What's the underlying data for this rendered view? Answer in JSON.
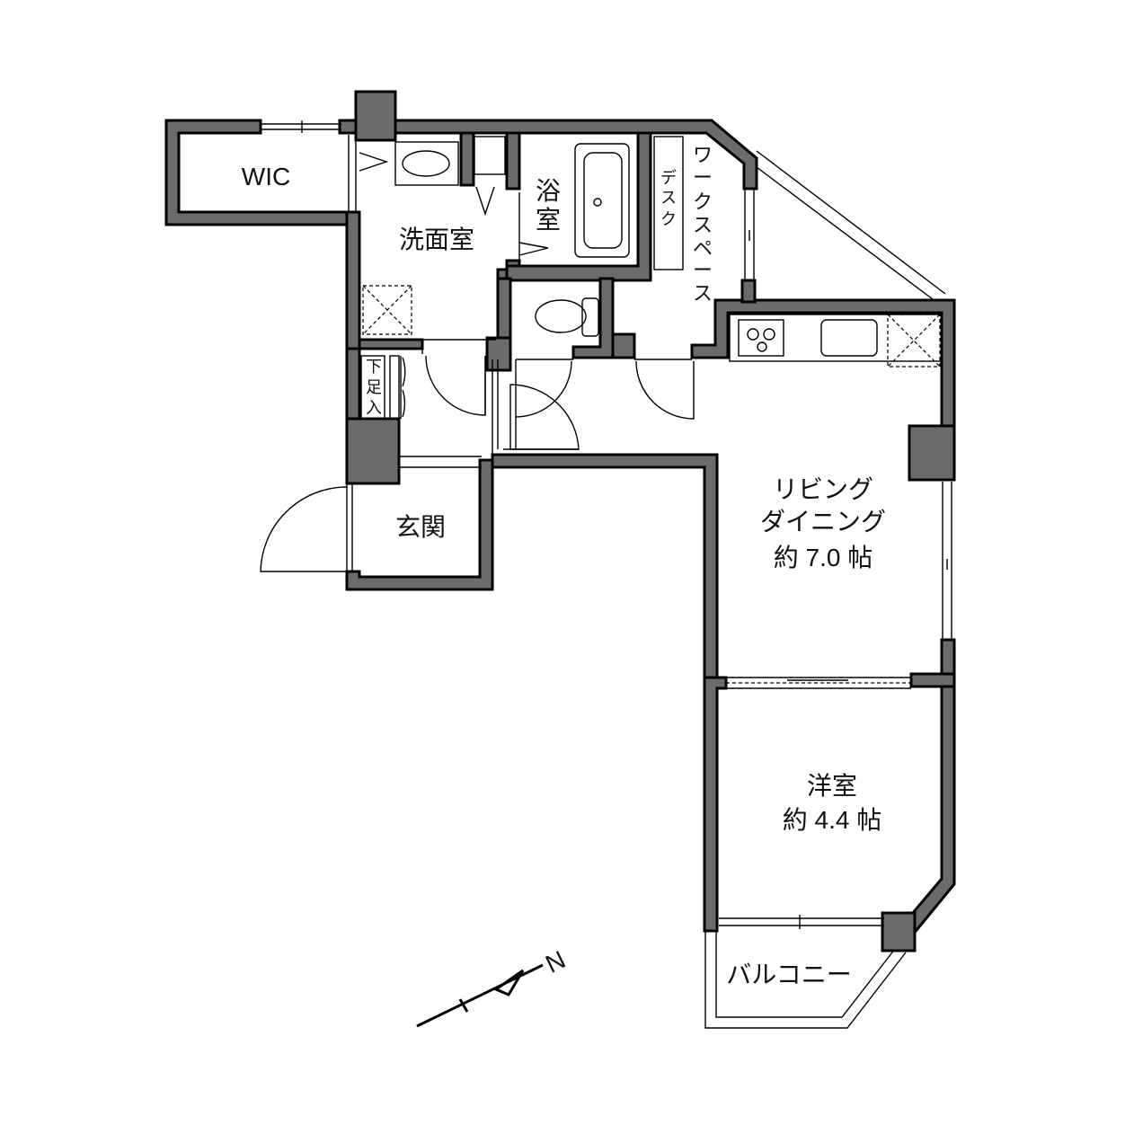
{
  "rooms": {
    "wic": "WIC",
    "washroom": "洗面室",
    "bath": [
      "浴",
      "室"
    ],
    "workspace": [
      "ワ",
      "ー",
      "ク",
      "ス",
      "ペ",
      "ー",
      "ス"
    ],
    "desk": [
      "デ",
      "ス",
      "ク"
    ],
    "shoe": [
      "下",
      "足",
      "入"
    ],
    "entrance": "玄関",
    "ldk": [
      "リビング",
      "ダイニング",
      "約 7.0 帖"
    ],
    "western": [
      "洋室",
      "約 4.4 帖"
    ],
    "balcony": "バルコニー"
  },
  "compass": {
    "north": "N"
  }
}
